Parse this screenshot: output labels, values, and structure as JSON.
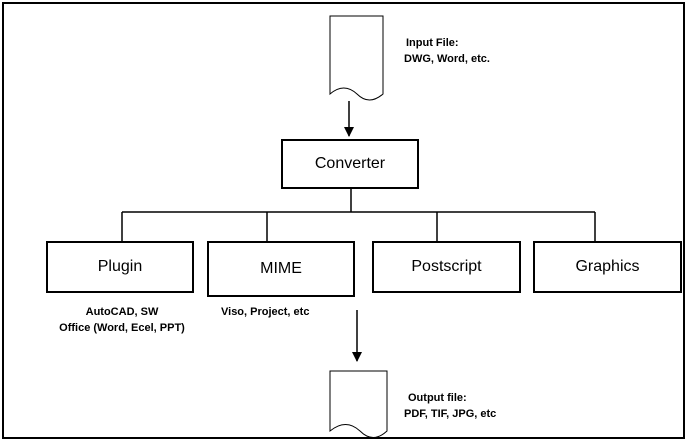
{
  "input_doc": {
    "icon": "document-icon",
    "label_line1": "Input File:",
    "label_line2": "DWG, Word, etc."
  },
  "converter": {
    "label": "Converter"
  },
  "categories": [
    {
      "label": "Plugin"
    },
    {
      "label": "MIME"
    },
    {
      "label": "Postscript"
    },
    {
      "label": "Graphics"
    }
  ],
  "plugin_notes": {
    "line1": "AutoCAD, SW",
    "line2": "Office (Word, Ecel, PPT)"
  },
  "mime_notes": {
    "line1": "Viso, Project, etc"
  },
  "output_doc": {
    "icon": "document-icon",
    "label_line1": "Output file:",
    "label_line2": "PDF, TIF, JPG, etc"
  },
  "colors": {
    "stroke": "#000000",
    "background": "#ffffff"
  }
}
